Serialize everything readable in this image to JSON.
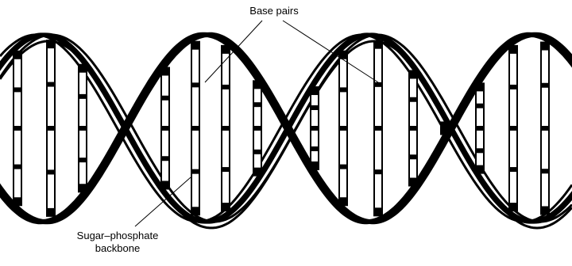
{
  "labels": {
    "base_pairs": "Base pairs",
    "backbone_line1": "Sugar–phosphate",
    "backbone_line2": "backbone"
  },
  "colors": {
    "ink": "#000000",
    "background": "#ffffff"
  }
}
